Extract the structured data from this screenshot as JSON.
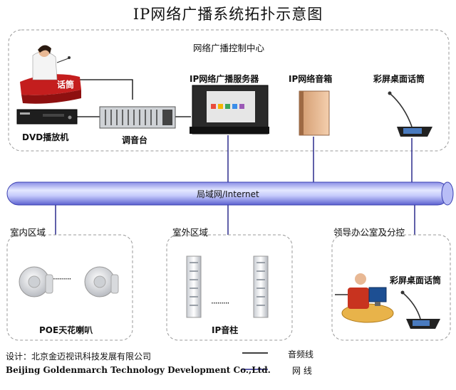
{
  "title": "IP网络广播系统拓扑示意图",
  "control_center": {
    "label": "网络广播控制中心",
    "mic_tag": "话筒",
    "devices": {
      "dvd": "DVD播放机",
      "mixer": "调音台",
      "server": "IP网络广播服务器",
      "ip_speaker": "IP网络音箱",
      "desktop_mic": "彩屏桌面话筒"
    }
  },
  "network": {
    "label": "局域网/Internet"
  },
  "zones": {
    "indoor": {
      "label": "室内区域",
      "device": "POE天花喇叭",
      "ellipsis": "·········"
    },
    "outdoor": {
      "label": "室外区域",
      "device": "IP音柱",
      "ellipsis": "·········"
    },
    "office": {
      "label": "领导办公室及分控",
      "device": "彩屏桌面话筒"
    }
  },
  "footer": {
    "designer_cn": "设计：北京金迈视讯科技发展有限公司",
    "designer_en": "Beijing Goldenmarch Technology Development Co.,Ltd."
  },
  "legend": {
    "audio_line": {
      "label": "音频线",
      "color": "#000000"
    },
    "network_line": {
      "label": "网 线",
      "color": "#2a2a8c"
    }
  },
  "colors": {
    "network_line": "#2a2a8c",
    "box_border": "#9a9a9a",
    "pipe_light": "#dfe4ff",
    "pipe_dark": "#5a5fd0"
  }
}
